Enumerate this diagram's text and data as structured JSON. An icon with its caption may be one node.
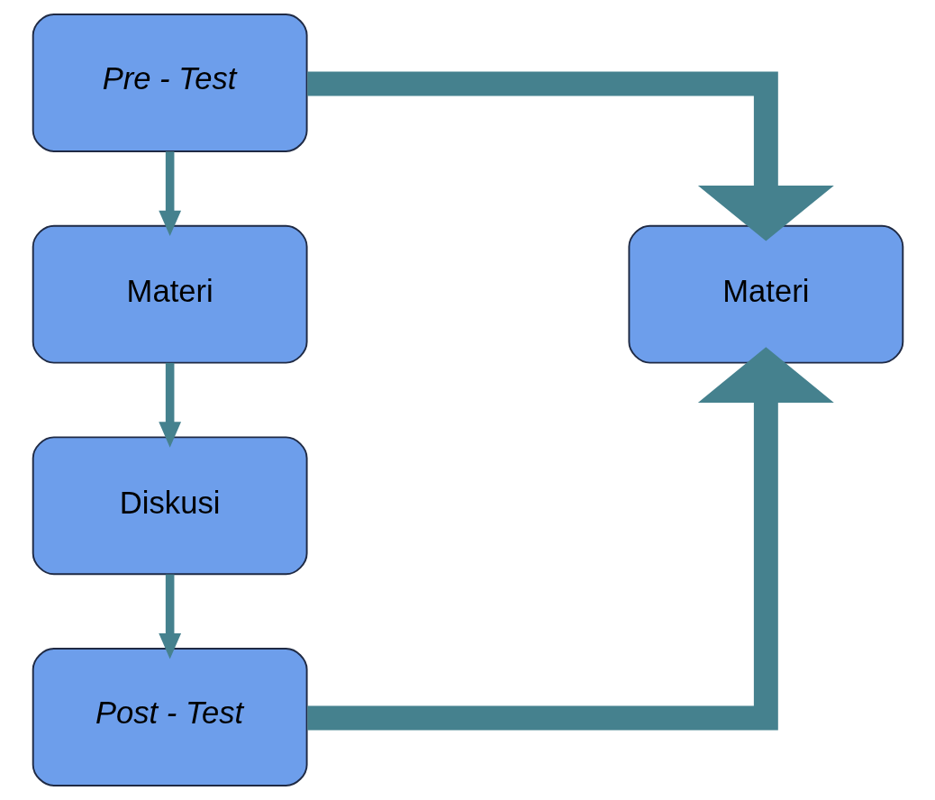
{
  "diagram": {
    "nodes": [
      {
        "text": [
          "Pre - Test"
        ]
      },
      {
        "text": [
          "Materi"
        ]
      },
      {
        "text": [
          "Diskusi"
        ]
      },
      {
        "text": [
          "Post - Test"
        ]
      },
      {
        "text": [
          "Materi"
        ]
      }
    ],
    "edges": [
      {
        "from": 0,
        "to": 1,
        "arrow": "to"
      },
      {
        "from": 1,
        "to": 2,
        "arrow": "to"
      },
      {
        "from": 2,
        "to": 3,
        "arrow": "to"
      },
      {
        "from": 0,
        "to": 4,
        "arrow": "to",
        "style": "thick"
      },
      {
        "from": 3,
        "to": 4,
        "arrow": "to",
        "style": "thick"
      }
    ]
  }
}
